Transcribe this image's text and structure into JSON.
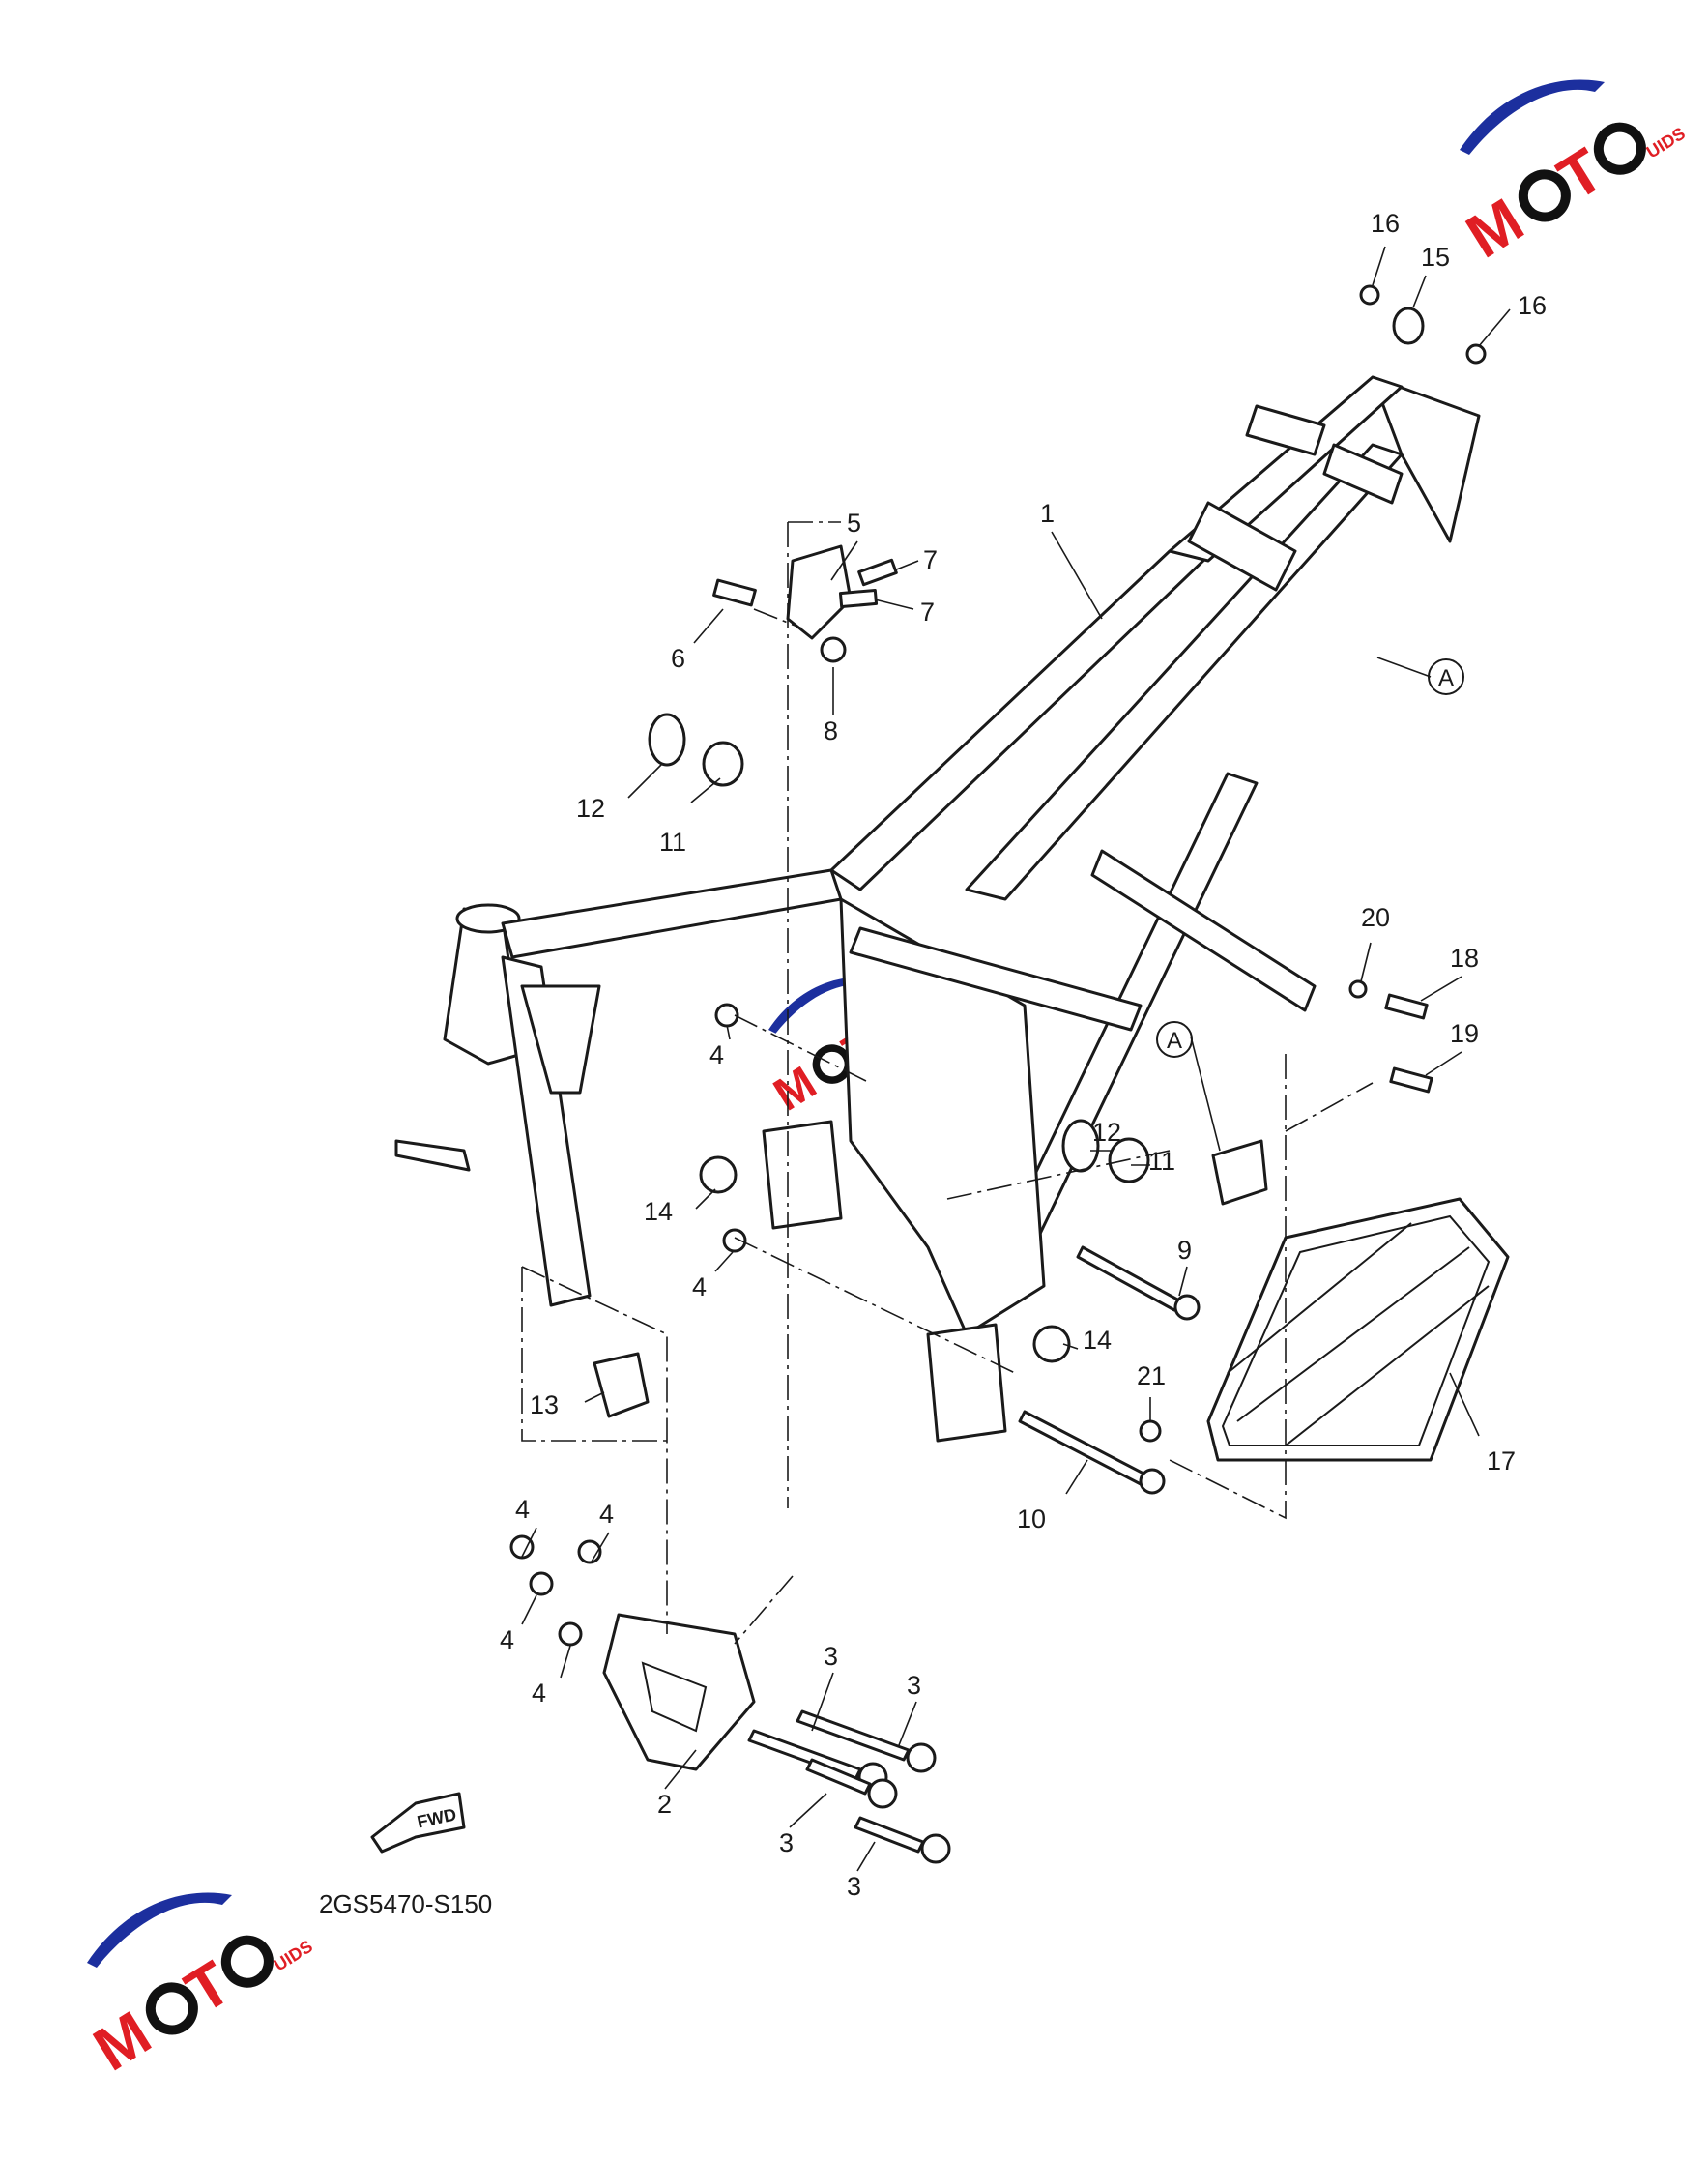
{
  "diagram": {
    "code": "2GS5470-S150",
    "fwd_label": "FWD",
    "ref_letter": "A",
    "watermark": {
      "brand_letters": [
        "M",
        "O",
        "T",
        "O"
      ],
      "suffix": "UIDS",
      "colors": {
        "swoosh": "#1c2f9e",
        "red": "#e01e24",
        "black": "#111111"
      }
    },
    "callouts": [
      {
        "id": "c1",
        "text": "1"
      },
      {
        "id": "c2",
        "text": "2"
      },
      {
        "id": "c3a",
        "text": "3"
      },
      {
        "id": "c3b",
        "text": "3"
      },
      {
        "id": "c3c",
        "text": "3"
      },
      {
        "id": "c3d",
        "text": "3"
      },
      {
        "id": "c4a",
        "text": "4"
      },
      {
        "id": "c4b",
        "text": "4"
      },
      {
        "id": "c4c",
        "text": "4"
      },
      {
        "id": "c4d",
        "text": "4"
      },
      {
        "id": "c4e",
        "text": "4"
      },
      {
        "id": "c4f",
        "text": "4"
      },
      {
        "id": "c5",
        "text": "5"
      },
      {
        "id": "c6",
        "text": "6"
      },
      {
        "id": "c7a",
        "text": "7"
      },
      {
        "id": "c7b",
        "text": "7"
      },
      {
        "id": "c8",
        "text": "8"
      },
      {
        "id": "c9",
        "text": "9"
      },
      {
        "id": "c10",
        "text": "10"
      },
      {
        "id": "c11a",
        "text": "11"
      },
      {
        "id": "c11b",
        "text": "11"
      },
      {
        "id": "c12a",
        "text": "12"
      },
      {
        "id": "c12b",
        "text": "12"
      },
      {
        "id": "c13",
        "text": "13"
      },
      {
        "id": "c14a",
        "text": "14"
      },
      {
        "id": "c14b",
        "text": "14"
      },
      {
        "id": "c15",
        "text": "15"
      },
      {
        "id": "c16a",
        "text": "16"
      },
      {
        "id": "c16b",
        "text": "16"
      },
      {
        "id": "c17",
        "text": "17"
      },
      {
        "id": "c18",
        "text": "18"
      },
      {
        "id": "c19",
        "text": "19"
      },
      {
        "id": "c20",
        "text": "20"
      },
      {
        "id": "c21",
        "text": "21"
      }
    ]
  }
}
